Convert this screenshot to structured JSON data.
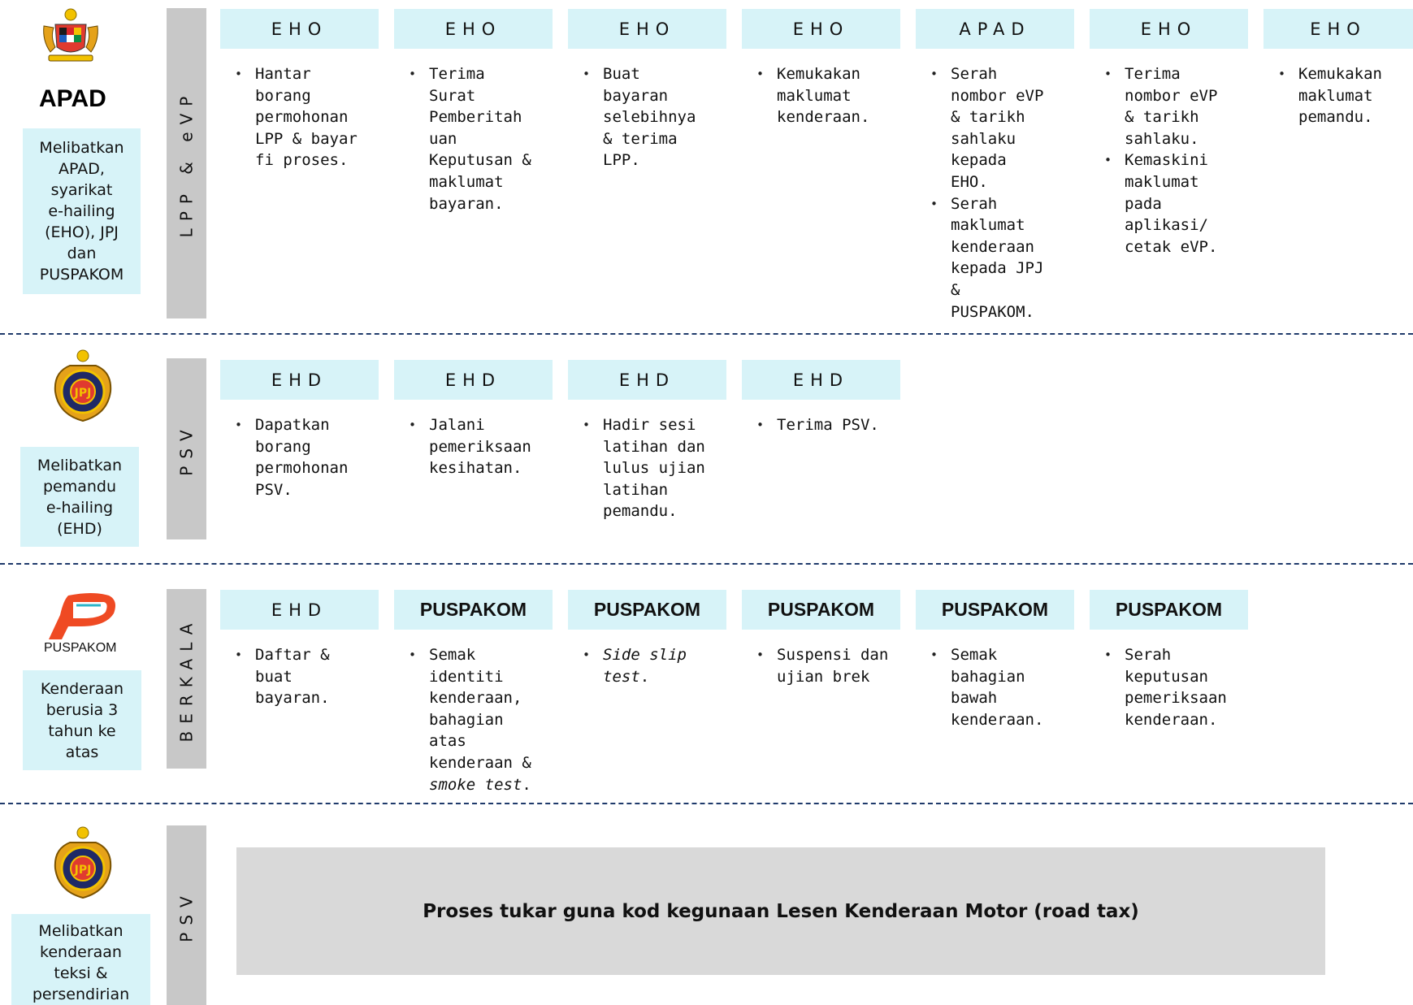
{
  "rows": [
    {
      "logo_label": "APAD",
      "description": "Melibatkan\nAPAD,\nsyarikat\ne-hailing\n(EHO), JPJ\ndan\nPUSPAKOM",
      "category": "LPP & eVP",
      "steps": [
        {
          "header": "EHO",
          "items": [
            "Hantar\nborang\npermohonan\nLPP & bayar\nfi proses."
          ]
        },
        {
          "header": "EHO",
          "items": [
            "Terima\nSurat\nPemberitah\nuan\nKeputusan &\nmaklumat\nbayaran."
          ]
        },
        {
          "header": "EHO",
          "items": [
            "Buat\nbayaran\nselebihnya\n& terima\nLPP."
          ]
        },
        {
          "header": "EHO",
          "items": [
            "Kemukakan\nmaklumat\nkenderaan."
          ]
        },
        {
          "header": "APAD",
          "items": [
            "Serah\nnombor eVP\n& tarikh\nsahlaku\nkepada\nEHO.",
            "Serah\nmaklumat\nkenderaan\nkepada JPJ\n&\nPUSPAKOM."
          ]
        },
        {
          "header": "EHO",
          "items": [
            "Terima\nnombor eVP\n& tarikh\nsahlaku.",
            "Kemaskini\nmaklumat\npada\naplikasi/\ncetak eVP."
          ]
        },
        {
          "header": "EHO",
          "items": [
            "Kemukakan\nmaklumat\npemandu."
          ]
        }
      ]
    },
    {
      "logo_label": "",
      "description": "Melibatkan\npemandu\ne-hailing\n(EHD)",
      "category": "PSV",
      "steps": [
        {
          "header": "EHD",
          "items": [
            "Dapatkan\nborang\npermohonan\nPSV."
          ]
        },
        {
          "header": "EHD",
          "items": [
            "Jalani\npemeriksaan\nkesihatan."
          ]
        },
        {
          "header": "EHD",
          "items": [
            "Hadir sesi\nlatihan dan\nlulus ujian\nlatihan\npemandu."
          ]
        },
        {
          "header": "EHD",
          "items": [
            "Terima PSV."
          ]
        }
      ]
    },
    {
      "logo_label": "PUSPAKOM",
      "description": "Kenderaan\nberusia 3\ntahun ke\natas",
      "category": "BERKALA",
      "steps": [
        {
          "header": "EHD",
          "items": [
            "Daftar &\nbuat\nbayaran."
          ]
        },
        {
          "header": "PUSPAKOM",
          "items": [
            "Semak\nidentiti\nkenderaan,\nbahagian\natas\nkenderaan &"
          ],
          "italic_tail": "smoke test",
          "tail_suffix": "."
        },
        {
          "header": "PUSPAKOM",
          "items": [
            ""
          ],
          "italic_head": "Side slip\ntest",
          "head_suffix": "."
        },
        {
          "header": "PUSPAKOM",
          "items": [
            "Suspensi dan\nujian brek"
          ]
        },
        {
          "header": "PUSPAKOM",
          "items": [
            "Semak\nbahagian\nbawah\nkenderaan."
          ]
        },
        {
          "header": "PUSPAKOM",
          "items": [
            "Serah\nkeputusan\npemeriksaan\nkenderaan."
          ]
        }
      ]
    },
    {
      "logo_label": "",
      "description": "Melibatkan\nkenderaan\nteksi &\npersendirian",
      "category": "PSV",
      "process_text": "Proses tukar guna kod kegunaan Lesen Kenderaan Motor (road tax)"
    }
  ],
  "colors": {
    "header_bg": "#d7f3f8",
    "bar_bg": "#c8c8c8",
    "separator": "#1f3a6b",
    "process_bg": "#d9d9d9",
    "puspakom_logo": "#ef4a23",
    "puspakom_accent": "#2bb5c9"
  },
  "icons": {
    "row1": "malaysia-coat-of-arms-icon",
    "row2": "jpj-emblem-icon",
    "row3": "puspakom-logo-icon",
    "row4": "jpj-emblem-icon"
  }
}
